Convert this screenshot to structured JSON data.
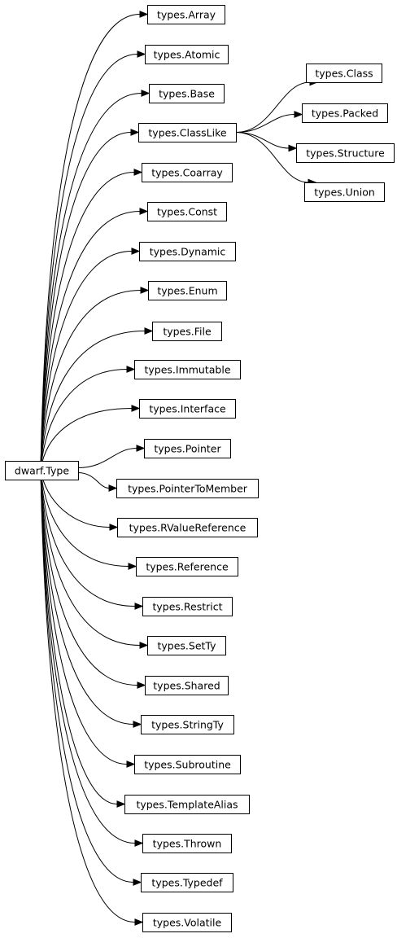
{
  "root": {
    "id": "root",
    "label": "dwarf.Type"
  },
  "children": [
    {
      "id": "array",
      "label": "types.Array"
    },
    {
      "id": "atomic",
      "label": "types.Atomic"
    },
    {
      "id": "base",
      "label": "types.Base"
    },
    {
      "id": "classlike",
      "label": "types.ClassLike"
    },
    {
      "id": "coarray",
      "label": "types.Coarray"
    },
    {
      "id": "const",
      "label": "types.Const"
    },
    {
      "id": "dynamic",
      "label": "types.Dynamic"
    },
    {
      "id": "enum",
      "label": "types.Enum"
    },
    {
      "id": "file",
      "label": "types.File"
    },
    {
      "id": "immutable",
      "label": "types.Immutable"
    },
    {
      "id": "interface",
      "label": "types.Interface"
    },
    {
      "id": "pointer",
      "label": "types.Pointer"
    },
    {
      "id": "pointertomember",
      "label": "types.PointerToMember"
    },
    {
      "id": "rvaluereference",
      "label": "types.RValueReference"
    },
    {
      "id": "reference",
      "label": "types.Reference"
    },
    {
      "id": "restrict",
      "label": "types.Restrict"
    },
    {
      "id": "setty",
      "label": "types.SetTy"
    },
    {
      "id": "shared",
      "label": "types.Shared"
    },
    {
      "id": "stringty",
      "label": "types.StringTy"
    },
    {
      "id": "subroutine",
      "label": "types.Subroutine"
    },
    {
      "id": "templatealias",
      "label": "types.TemplateAlias"
    },
    {
      "id": "thrown",
      "label": "types.Thrown"
    },
    {
      "id": "typedef",
      "label": "types.Typedef"
    },
    {
      "id": "volatile",
      "label": "types.Volatile"
    }
  ],
  "grandchildren": [
    {
      "id": "class",
      "parent": "classlike",
      "label": "types.Class"
    },
    {
      "id": "packed",
      "parent": "classlike",
      "label": "types.Packed"
    },
    {
      "id": "structure",
      "parent": "classlike",
      "label": "types.Structure"
    },
    {
      "id": "union",
      "parent": "classlike",
      "label": "types.Union"
    }
  ]
}
